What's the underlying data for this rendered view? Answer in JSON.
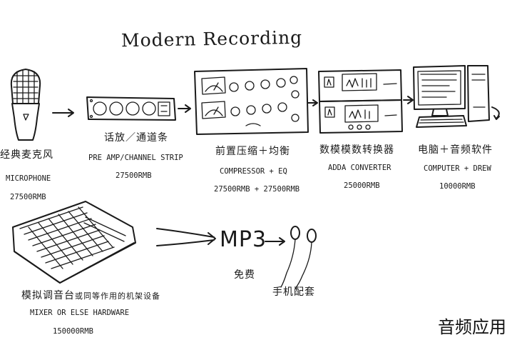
{
  "title": "Modern Recording",
  "watermark": "音频应用",
  "items": {
    "microphone": {
      "zh": "经典麦克风",
      "en": "MICROPHONE",
      "price": "27500RMB"
    },
    "preamp": {
      "zh": "话放／通道条",
      "en": "PRE AMP/CHANNEL STRIP",
      "price": "27500RMB"
    },
    "compressor": {
      "zh": "前置压缩＋均衡",
      "en": "COMPRESSOR + EQ",
      "price": "27500RMB + 27500RMB"
    },
    "adda": {
      "zh": "数模模数转换器",
      "en": "ADDA CONVERTER",
      "price": "25000RMB"
    },
    "computer": {
      "zh": "电脑＋音频软件",
      "en": "COMPUTER + DREW",
      "price": "10000RMB"
    },
    "mixer": {
      "zh": "模拟调音台",
      "zh_small": "或同等作用的机架设备",
      "en": "MIXER OR ELSE HARDWARE",
      "price": "150000RMB"
    },
    "mp3": {
      "label": "MP3",
      "zh": "免费"
    },
    "phone": {
      "zh": "手机配套"
    }
  }
}
